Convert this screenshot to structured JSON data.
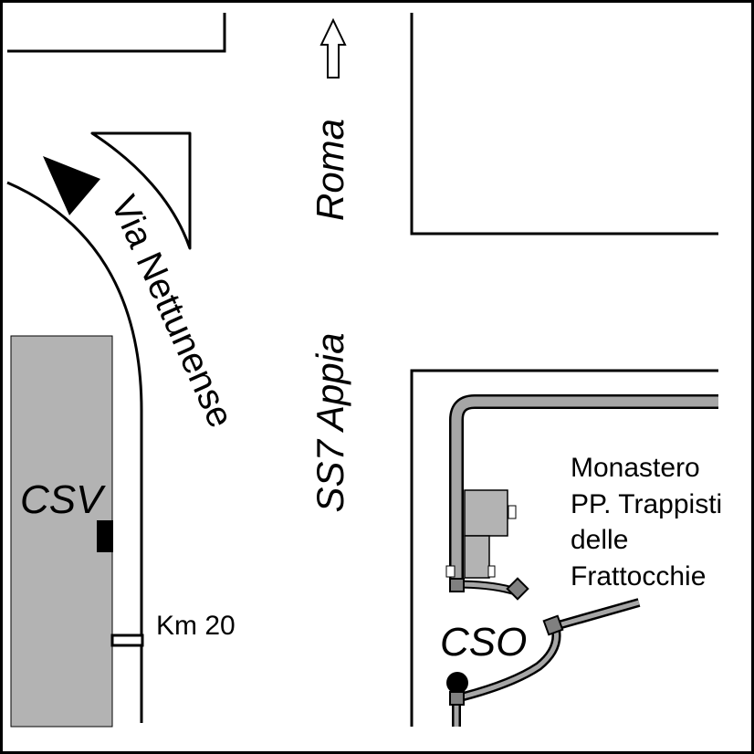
{
  "labels": {
    "roma": "Roma",
    "appia": "SS7 Appia",
    "nettunense": "Via Nettunense",
    "csv": "CSV",
    "cso": "CSO",
    "km": "Km 20",
    "monastero_line1": "Monastero",
    "monastero_line2": "PP. Trappisti",
    "monastero_line3": "delle",
    "monastero_line4": "Frattocchie"
  },
  "icons": {
    "north_arrow": "up-arrow-icon",
    "direction_marker": "triangle-arrow-icon"
  },
  "colors": {
    "block_fill": "#b3b3b3",
    "road_fill": "#a6a6a6",
    "marker_fill": "#000000",
    "line": "#000000",
    "background": "#ffffff"
  }
}
